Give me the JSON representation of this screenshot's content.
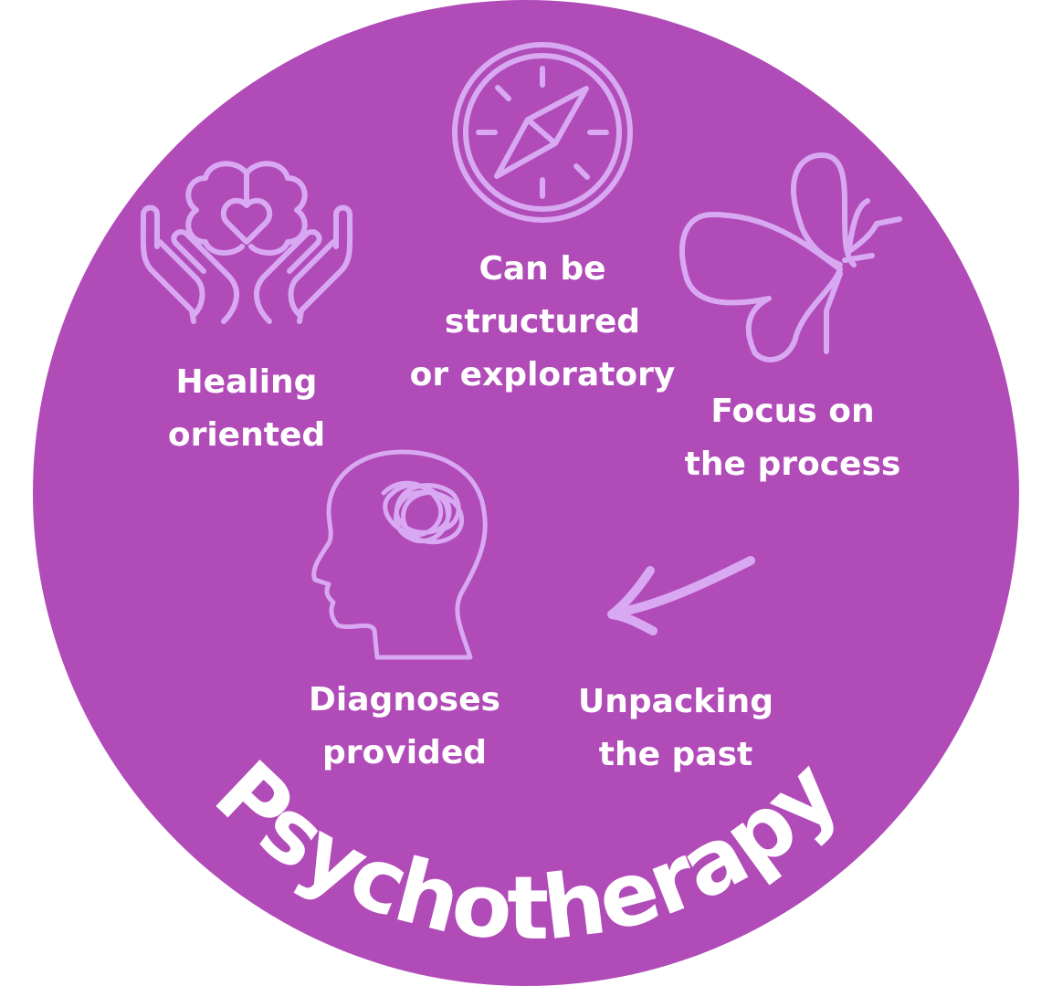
{
  "title": "Psychotherapy",
  "colors": {
    "circle": "#B04BB8",
    "icon": "#D9A8F2",
    "text": "#FFFFFF",
    "background": "#FFFFFF"
  },
  "items": [
    {
      "icon": "hands-heart-brain-icon",
      "lines": [
        "Healing",
        "oriented"
      ]
    },
    {
      "icon": "compass-icon",
      "lines": [
        "Can be",
        "structured",
        "or exploratory"
      ]
    },
    {
      "icon": "butterfly-icon",
      "lines": [
        "Focus on",
        "the process"
      ]
    },
    {
      "icon": "tangled-head-icon",
      "lines": [
        "Diagnoses",
        "provided"
      ]
    },
    {
      "icon": "curved-arrow-icon",
      "lines": [
        "Unpacking",
        "the past"
      ]
    }
  ]
}
